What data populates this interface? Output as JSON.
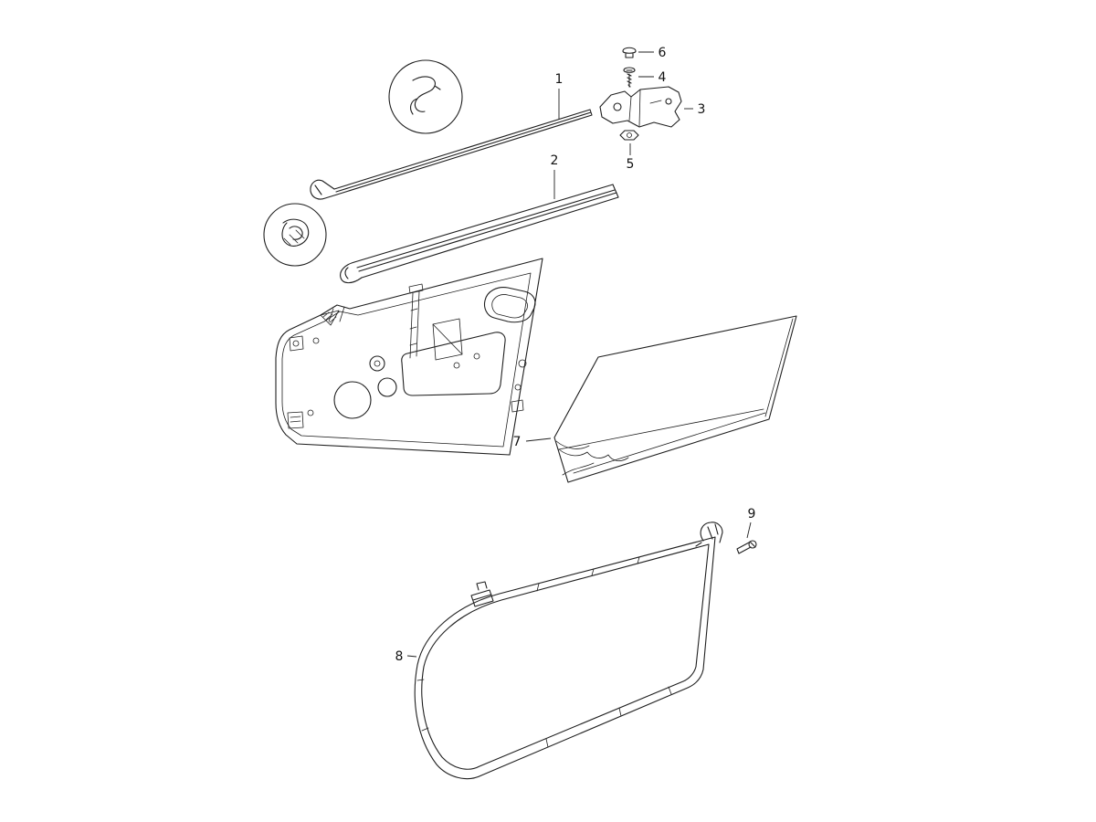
{
  "diagram": {
    "kind": "exploded-parts-diagram",
    "background_color": "#ffffff",
    "line_color": "#1f1f1f",
    "callouts": {
      "c1": "1",
      "c2": "2",
      "c3": "3",
      "c4": "4",
      "c5": "5",
      "c6": "6",
      "c7": "7",
      "c8": "8",
      "c9": "9"
    }
  }
}
